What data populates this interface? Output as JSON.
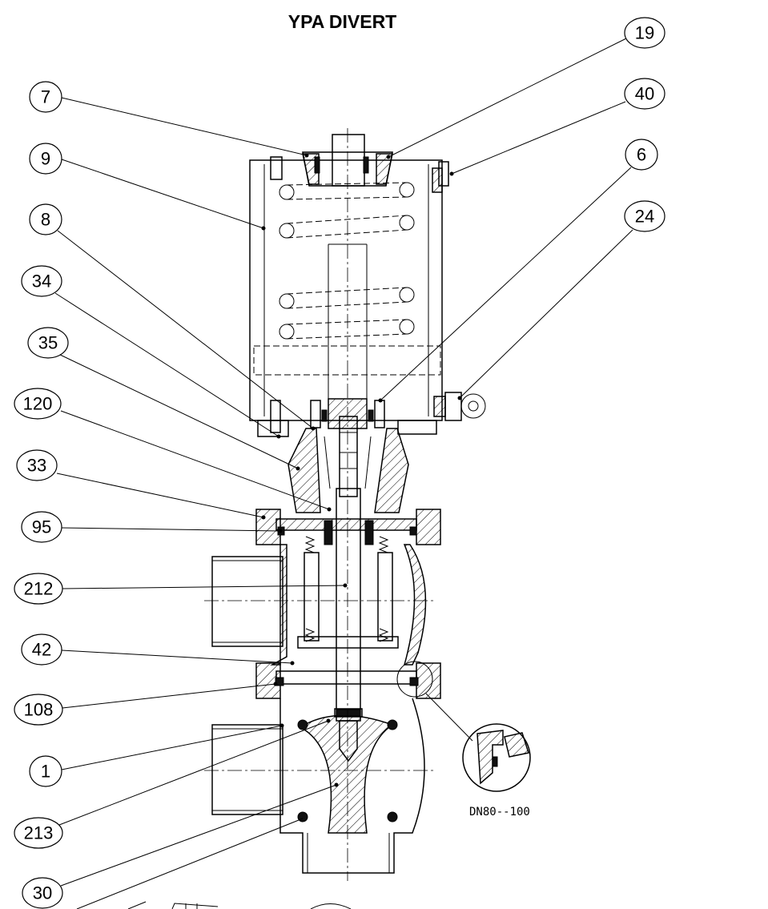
{
  "title": "YPA DIVERT",
  "detail_note": "DN80--100",
  "callouts": [
    {
      "label": "7"
    },
    {
      "label": "9"
    },
    {
      "label": "8"
    },
    {
      "label": "34"
    },
    {
      "label": "35"
    },
    {
      "label": "120"
    },
    {
      "label": "33"
    },
    {
      "label": "95"
    },
    {
      "label": "212"
    },
    {
      "label": "42"
    },
    {
      "label": "108"
    },
    {
      "label": "1"
    },
    {
      "label": "213"
    },
    {
      "label": "30"
    },
    {
      "label": "19"
    },
    {
      "label": "40"
    },
    {
      "label": "6"
    },
    {
      "label": "24"
    }
  ]
}
